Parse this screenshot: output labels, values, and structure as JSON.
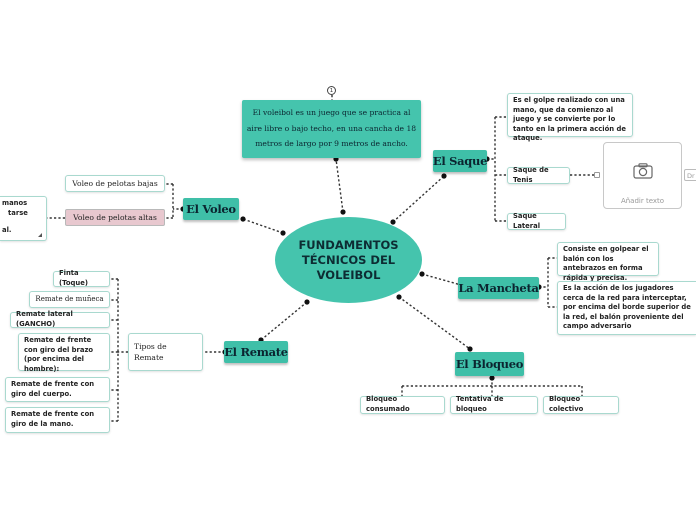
{
  "center": {
    "label": "FUNDAMENTOS TÉCNICOS DEL VOLEIBOL"
  },
  "note": {
    "badge": "1",
    "text": "El voleibol es un juego que se practica al aire libre o bajo techo, en una cancha de 18 metros de largo por 9 metros de ancho."
  },
  "branches": {
    "saque": {
      "label": "El Saque",
      "items": [
        "Es el golpe realizado con una mano, que da comienzo al juego y se convierte por lo tanto en la primera acción de ataque.",
        "Saque de Tenis",
        "Saque Lateral"
      ],
      "image": {
        "label": "Añadir texto",
        "icon": "camera-icon",
        "overflow_text": "Dr"
      }
    },
    "mancheta": {
      "label": "La Mancheta",
      "items": [
        "Consiste en golpear el balón con los antebrazos en forma rápida y precisa.",
        "Es la acción de los jugadores cerca de la red para interceptar, por encima del borde superior de la red, el balón proveniente del campo adversario"
      ]
    },
    "bloqueo": {
      "label": "El Bloqueo",
      "items": [
        "Bloqueo consumado",
        "Tentativa de bloqueo",
        "Bloqueo colectivo"
      ]
    },
    "remate": {
      "label": "El Remate",
      "sub": "Tipos de Remate",
      "items": [
        "Finta (Toque)",
        "Remate de muñeca",
        "Remate lateral (GANCHO)",
        "Remate de frente con giro del brazo (por encima del hombre):",
        "Remate de frente con giro del cuerpo.",
        "Remate de frente con giro de la mano."
      ]
    },
    "voleo": {
      "label": "El Voleo",
      "items": [
        "Voleo de pelotas bajas",
        "Voleo de pelotas altas"
      ],
      "side_text": [
        "manos",
        "tarse",
        "al."
      ]
    }
  },
  "colors": {
    "accent": "#45c4ad",
    "highlight": "#e8c8cf",
    "line": "#333333"
  }
}
